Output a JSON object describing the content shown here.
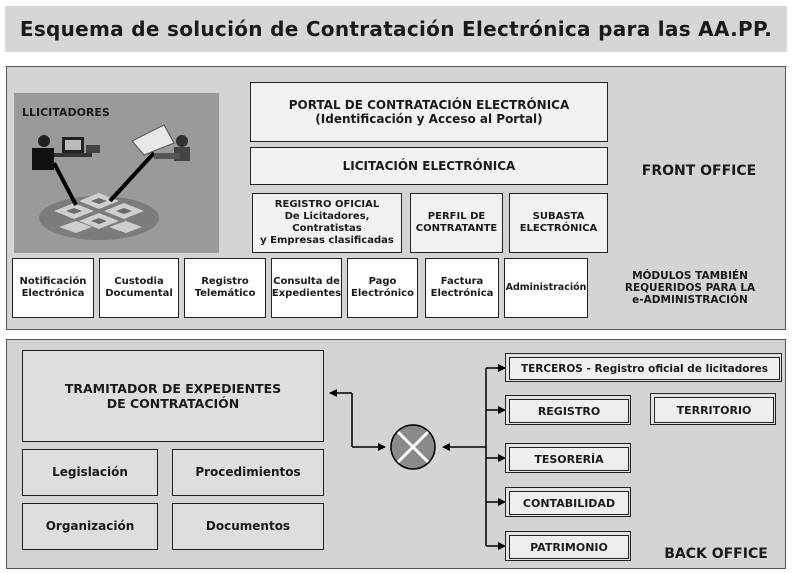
{
  "title": "Esquema de solución de Contratación Electrónica para las AA.PP.",
  "front": {
    "bidders_label": "LLICITADORES",
    "portal": {
      "line1": "PORTAL DE CONTRATACIÓN ELECTRÓNICA",
      "line2": "(Identificación y Acceso al Portal)"
    },
    "licitacion": "LICITACIÓN ELECTRÓNICA",
    "registro_oficial": {
      "line1": "REGISTRO OFICIAL",
      "line2": "De Licitadores, Contratistas",
      "line3": "y Empresas clasificadas"
    },
    "perfil": {
      "line1": "PERFIL DE",
      "line2": "CONTRATANTE"
    },
    "subasta": {
      "line1": "SUBASTA",
      "line2": "ELECTRÓNICA"
    },
    "front_office_label": "FRONT OFFICE",
    "modules_label": {
      "line1": "MÓDULOS TAMBIÉN",
      "line2": "REQUERIDOS PARA LA",
      "line3": "e-ADMINISTRACIÓN"
    },
    "modules": [
      {
        "line1": "Notificación",
        "line2": "Electrónica"
      },
      {
        "line1": "Custodia",
        "line2": "Documental"
      },
      {
        "line1": "Registro",
        "line2": "Telemático"
      },
      {
        "line1": "Consulta de",
        "line2": "Expedientes"
      },
      {
        "line1": "Pago",
        "line2": "Electrónico"
      },
      {
        "line1": "Factura",
        "line2": "Electrónica"
      },
      {
        "line1": "Administración",
        "line2": ""
      }
    ]
  },
  "back": {
    "tramitador": {
      "line1": "TRAMITADOR DE EXPEDIENTES",
      "line2": "DE CONTRATACIÓN"
    },
    "legislacion": "Legislación",
    "procedimientos": "Procedimientos",
    "organizacion": "Organización",
    "documentos": "Documentos",
    "terceros": "TERCEROS - Registro oficial de licitadores",
    "registro": "REGISTRO",
    "territorio": "TERRITORIO",
    "tesoreria": "TESORERÍA",
    "contabilidad": "CONTABILIDAD",
    "patrimonio": "PATRIMONIO",
    "back_office_label": "BACK OFFICE"
  }
}
